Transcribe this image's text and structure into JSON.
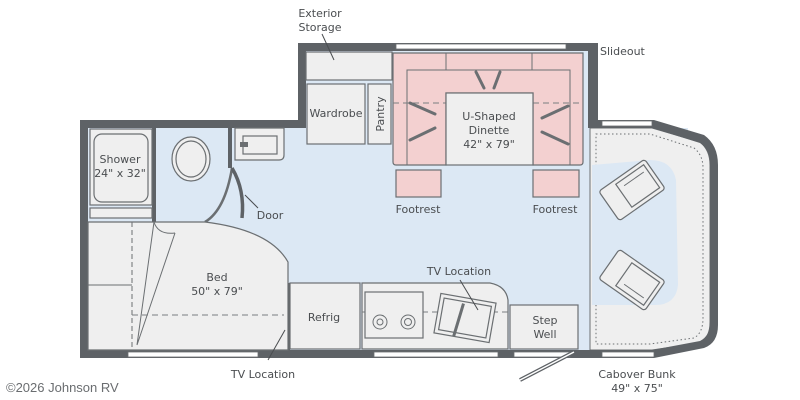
{
  "floorplan": {
    "labels": {
      "exterior_storage_line1": "Exterior",
      "exterior_storage_line2": "Storage",
      "slideout": "Slideout",
      "wardrobe": "Wardrobe",
      "pantry": "Pantry",
      "dinette_line1": "U-Shaped",
      "dinette_line2": "Dinette",
      "dinette_size": "42\" x 79\"",
      "footrest_left": "Footrest",
      "footrest_right": "Footrest",
      "shower": "Shower",
      "shower_size": "24\" x 32\"",
      "door": "Door",
      "bed": "Bed",
      "bed_size": "50\" x 79\"",
      "refrig": "Refrig",
      "tv_location_kitchen": "TV Location",
      "tv_location_bed": "TV Location",
      "step_line1": "Step",
      "step_line2": "Well",
      "cabover_line1": "Cabover Bunk",
      "cabover_size": "49\" x 75\""
    },
    "colors": {
      "wall": "#5e6266",
      "floor": "#dce8f4",
      "dinette": "#f3d0d0",
      "furniture": "#efefef"
    }
  },
  "footer": {
    "copyright": "©2026 Johnson RV"
  }
}
